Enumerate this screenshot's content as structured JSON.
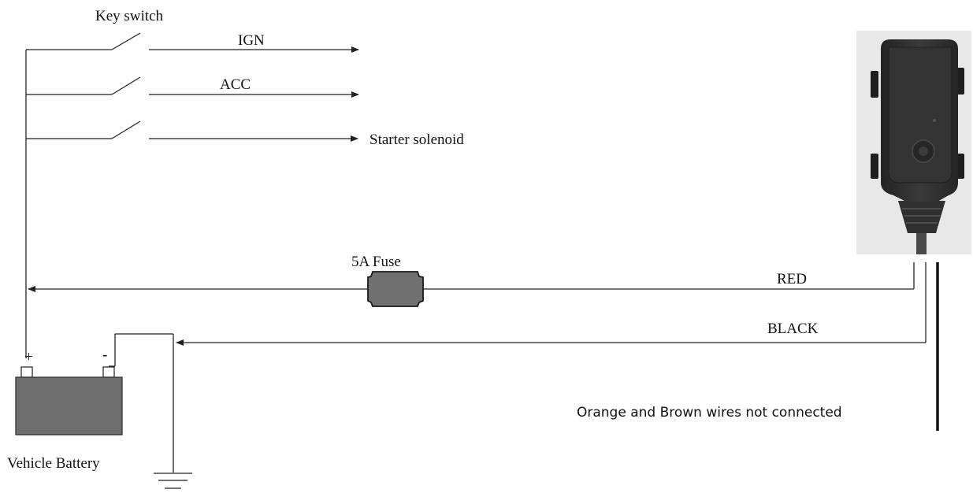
{
  "labels": {
    "key_switch": "Key switch",
    "ign": "IGN",
    "acc": "ACC",
    "starter": "Starter solenoid",
    "fuse": "5A Fuse",
    "red": "RED",
    "black": "BLACK",
    "not_connected": "Orange and Brown wires not connected",
    "battery": "Vehicle Battery",
    "plus": "+",
    "minus": "-"
  },
  "colors": {
    "wire": "#222222",
    "battery_fill": "#6e6e6e",
    "fuse_fill": "#707070",
    "device_body": "#2b2b2b",
    "device_bg": "#e9e9e9"
  }
}
